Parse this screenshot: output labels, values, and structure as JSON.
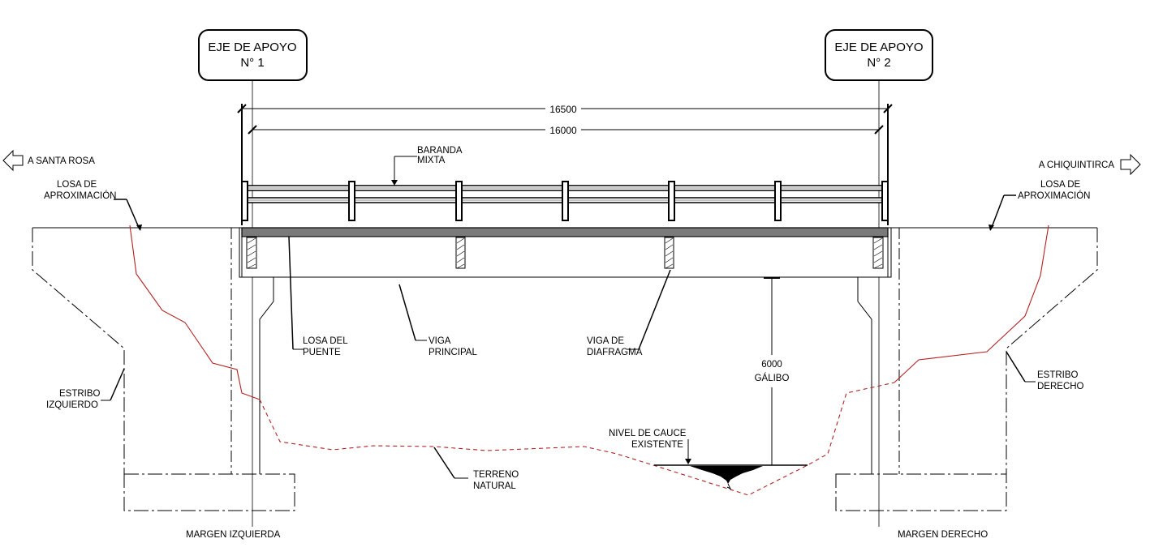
{
  "supports": {
    "left": {
      "line1": "EJE DE APOYO",
      "line2": "N° 1"
    },
    "right": {
      "line1": "EJE DE APOYO",
      "line2": "N° 2"
    }
  },
  "dimensions": {
    "total_length": "16500",
    "span_length": "16000",
    "clearance_value": "6000",
    "clearance_label": "GÁLIBO"
  },
  "directions": {
    "left": "A SANTA ROSA",
    "right": "A CHIQUINTIRCA"
  },
  "labels": {
    "baranda": [
      "BARANDA",
      "MIXTA"
    ],
    "losa_aprox_left": [
      "LOSA DE",
      "APROXIMACIÓN"
    ],
    "losa_aprox_right": [
      "LOSA DE",
      "APROXIMACIÓN"
    ],
    "losa_puente": [
      "LOSA DEL",
      "PUENTE"
    ],
    "viga_principal": [
      "VIGA",
      "PRINCIPAL"
    ],
    "viga_diafragma": [
      "VIGA DE",
      "DIAFRAGMA"
    ],
    "estribo_izq": [
      "ESTRIBO",
      "IZQUIERDO"
    ],
    "estribo_der": [
      "ESTRIBO",
      "DERECHO"
    ],
    "nivel_cauce": [
      "NIVEL DE CAUCE",
      "EXISTENTE"
    ],
    "terreno": [
      "TERRENO",
      "NATURAL"
    ],
    "margen_izq": "MARGEN IZQUIERDA",
    "margen_der": "MARGEN DERECHO"
  }
}
